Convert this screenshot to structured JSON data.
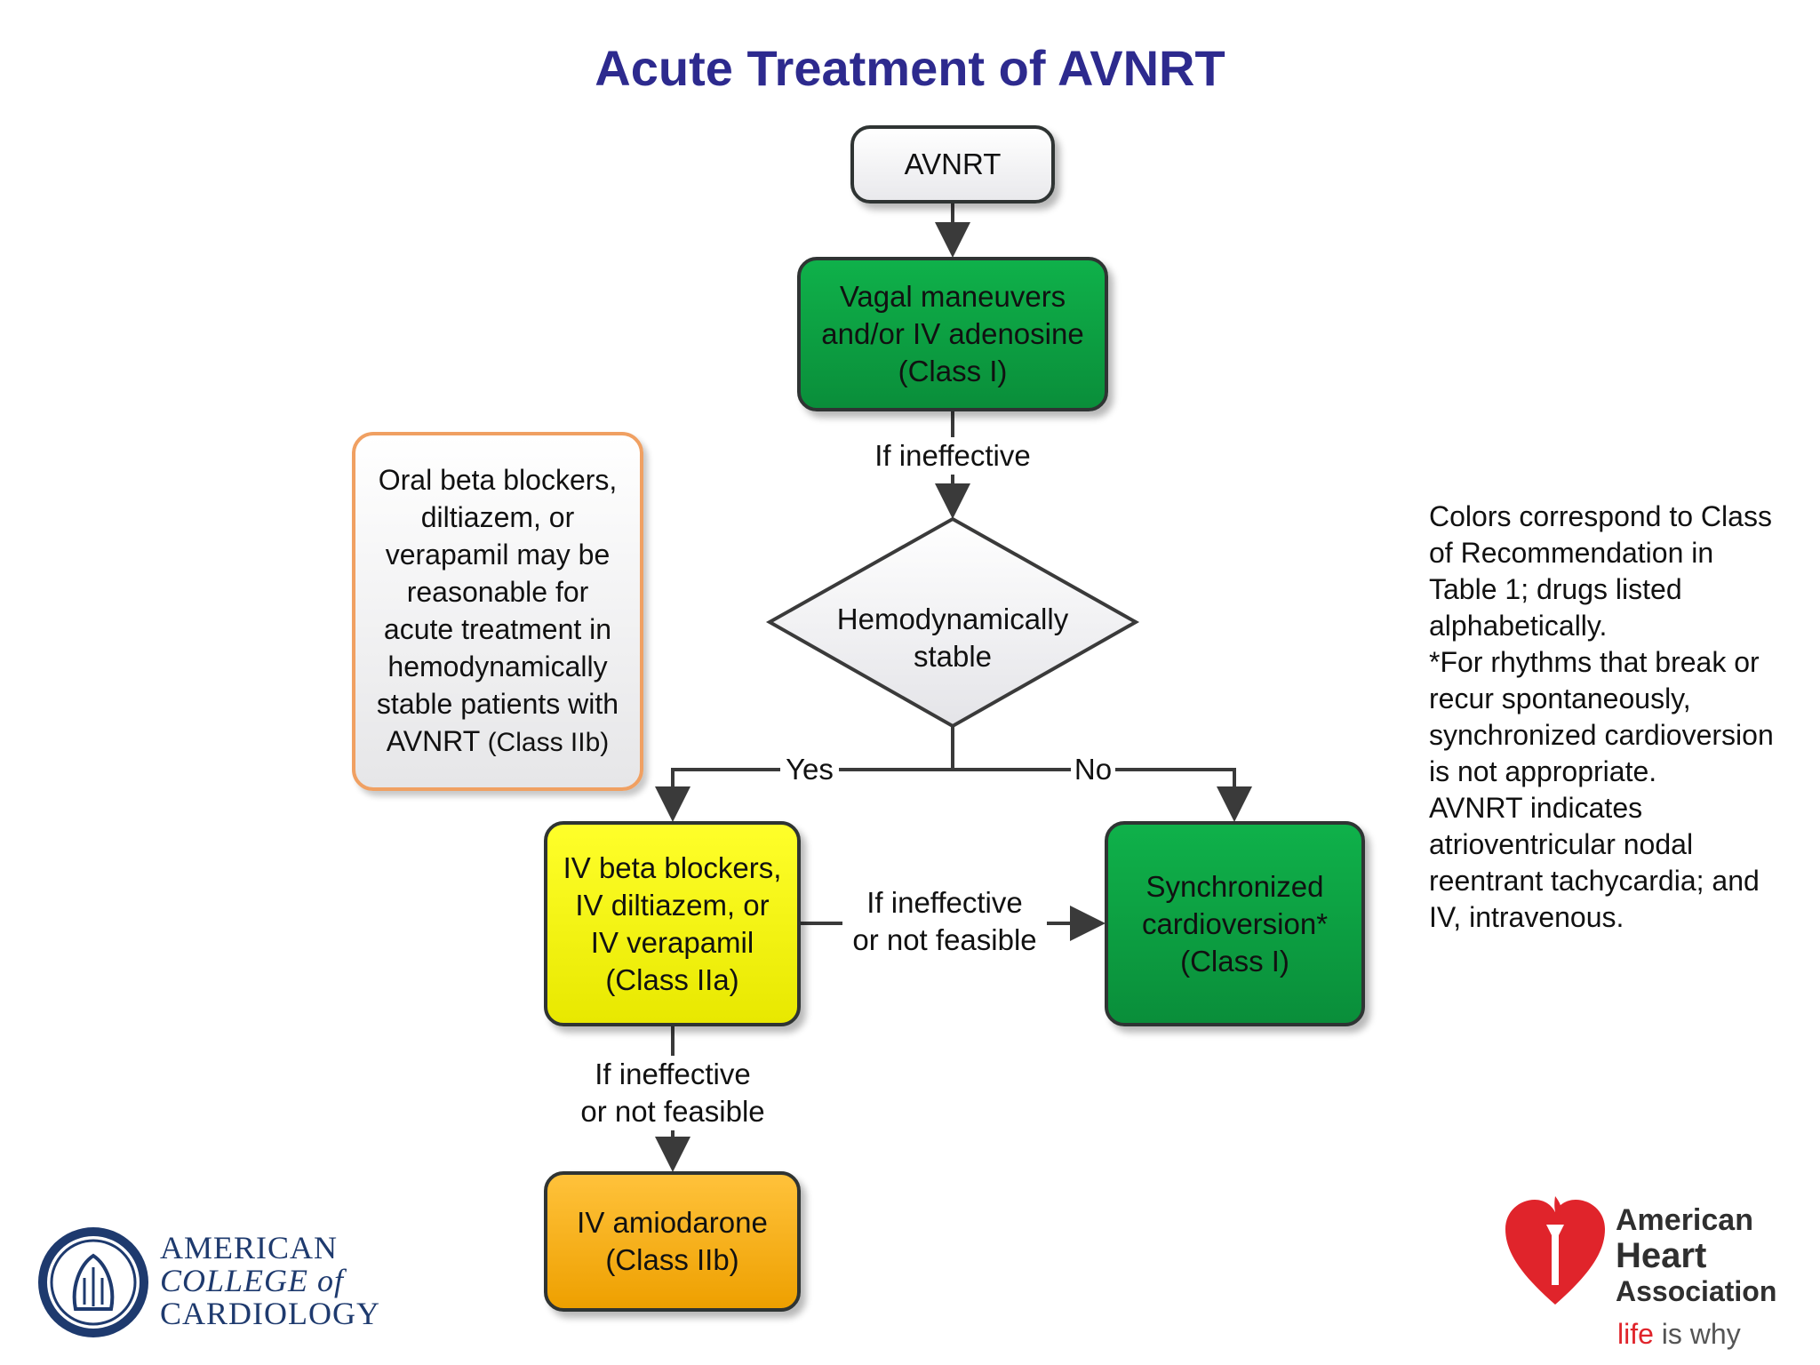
{
  "title": "Acute Treatment of AVNRT",
  "nodes": {
    "start": "AVNRT",
    "vagal": [
      "Vagal maneuvers",
      "and/or IV adenosine",
      "(Class I)"
    ],
    "decision": [
      "Hemodynamically",
      "stable"
    ],
    "iv_drugs": [
      "IV beta blockers,",
      "IV diltiazem, or",
      "IV verapamil",
      "(Class IIa)"
    ],
    "cardioversion": [
      "Synchronized",
      "cardioversion*",
      "(Class I)"
    ],
    "amiodarone": [
      "IV amiodarone",
      "(Class IIb)"
    ],
    "oral_note": [
      "Oral beta blockers,",
      "diltiazem, or",
      "verapamil may be",
      "reasonable for",
      "acute treatment in",
      "hemodynamically",
      "stable patients with",
      "AVNRT",
      "(Class IIb)"
    ]
  },
  "edges": {
    "if_ineffective": "If ineffective",
    "yes": "Yes",
    "no": "No",
    "if_ineffective_not_feasible_a": [
      "If ineffective",
      "or not feasible"
    ],
    "if_ineffective_not_feasible_b": [
      "If ineffective",
      "or not feasible"
    ]
  },
  "side_note": [
    "Colors correspond to Class",
    "of Recommendation in",
    "Table 1; drugs listed",
    "alphabetically.",
    "*For rhythms that break or",
    "recur spontaneously,",
    "synchronized cardioversion",
    "is not appropriate.",
    "AVNRT indicates",
    "atrioventricular nodal",
    "reentrant tachycardia; and",
    "IV, intravenous."
  ],
  "logos": {
    "acc": [
      "AMERICAN",
      "COLLEGE of",
      "CARDIOLOGY"
    ],
    "aha": [
      "American",
      "Heart",
      "Association"
    ],
    "aha_tagline_life": "life",
    "aha_tagline_rest": " is why"
  },
  "colors": {
    "title": "#2d2a8e",
    "class_I": "#0fb14a",
    "class_IIa": "#ffff2a",
    "class_IIb": "#ffc23b",
    "oral_border": "#f0a062"
  }
}
